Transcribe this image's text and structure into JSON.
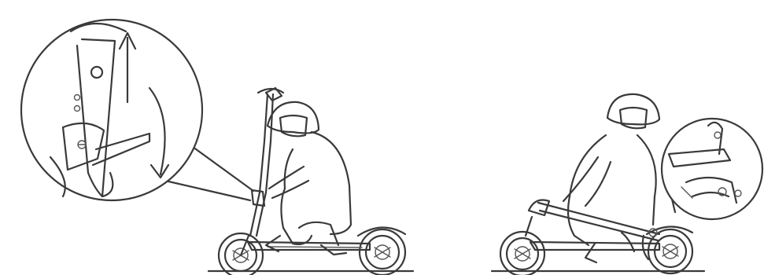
{
  "figure": {
    "panels": [
      {
        "id": "unfold-step",
        "detail": "folding-latch-closeup-open",
        "arrows": [
          "up-arrow",
          "down-curved-arrow"
        ]
      },
      {
        "id": "fold-step",
        "detail": "folding-latch-closeup-locked",
        "arrows": []
      }
    ],
    "colors": {
      "line": "#3a3a3a",
      "background": "#ffffff"
    }
  }
}
